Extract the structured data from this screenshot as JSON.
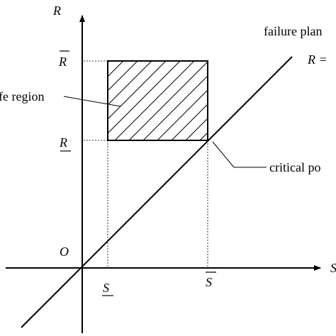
{
  "labels": {
    "y_axis": "R",
    "x_axis": "S",
    "origin": "O",
    "r_upper": "R",
    "r_lower": "R",
    "s_lower": "S",
    "s_upper": "S",
    "safe_region": "fe region",
    "failure_plane": "failure plan",
    "equation": "R =",
    "critical_point": "critical po"
  },
  "colors": {
    "ink": "#000000",
    "background": "#ffffff"
  }
}
